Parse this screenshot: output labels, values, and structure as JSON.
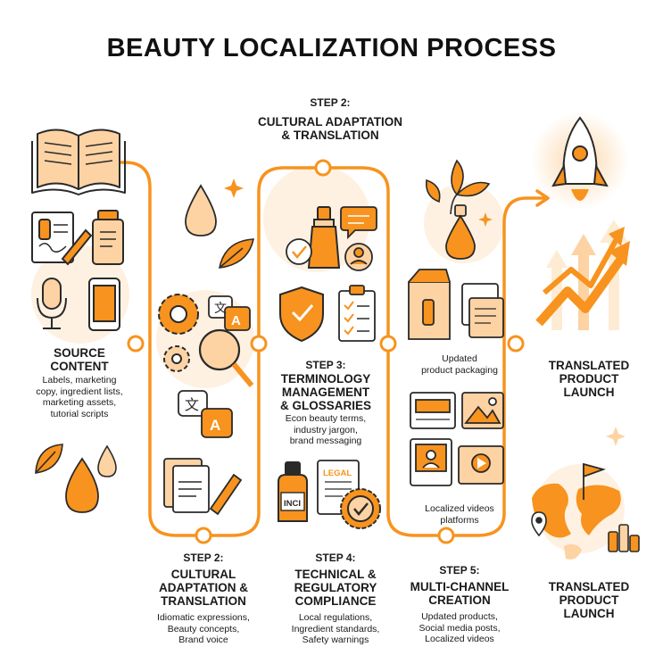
{
  "title": "BEAUTY LOCALIZATION PROCESS",
  "top_step": {
    "label": "STEP 2:",
    "heading_line1": "CULTURAL ADAPTATION",
    "heading_line2": "& TRANSLATION"
  },
  "source": {
    "heading_line1": "SOURCE",
    "heading_line2": "CONTENT",
    "body_line1": "Labels, marketing",
    "body_line2": "copy, ingredient lists,",
    "body_line3": "marketing assets,",
    "body_line4": "tutorial scripts"
  },
  "step2": {
    "label": "STEP 2:",
    "heading_line1": "CULTURAL",
    "heading_line2": "ADAPTATION &",
    "heading_line3": "TRANSLATION",
    "body_line1": "Idiomatic expressions,",
    "body_line2": "Beauty concepts,",
    "body_line3": "Brand voice"
  },
  "step3": {
    "label": "STEP 3:",
    "heading_line1": "TERMINOLOGY",
    "heading_line2": "MANAGEMENT",
    "heading_line3": "& GLOSSARIES",
    "body_line1": "Econ beauty terms,",
    "body_line2": "industry jargon,",
    "body_line3": "brand messaging"
  },
  "step4": {
    "label": "STEP 4:",
    "heading_line1": "TECHNICAL &",
    "heading_line2": "REGULATORY",
    "heading_line3": "COMPLIANCE",
    "body_line1": "Local regulations,",
    "body_line2": "Ingredient standards,",
    "body_line3": "Safety warnings"
  },
  "step5": {
    "label": "STEP 5:",
    "heading_line1": "MULTI-CHANNEL",
    "heading_line2": "CREATION",
    "body_line1": "Updated products,",
    "body_line2": "Social media posts,",
    "body_line3": "Localized videos",
    "packaging_line1": "Updated",
    "packaging_line2": "product packaging",
    "videos_line1": "Localized videos",
    "videos_line2": "platforms"
  },
  "launch_top": {
    "line1": "TRANSLATED",
    "line2": "PRODUCT",
    "line3": "LAUNCH"
  },
  "launch_bottom": {
    "line1": "TRANSLATED",
    "line2": "PRODUCT",
    "line3": "LAUNCH"
  },
  "labels": {
    "legal": "LEGAL",
    "inci": "INCI",
    "a": "A",
    "zh": "文"
  },
  "colors": {
    "accent": "#F7931E",
    "accent_light": "#FDD3A3",
    "accent_pale": "#FEEBD3",
    "ink": "#2A2A2A"
  }
}
